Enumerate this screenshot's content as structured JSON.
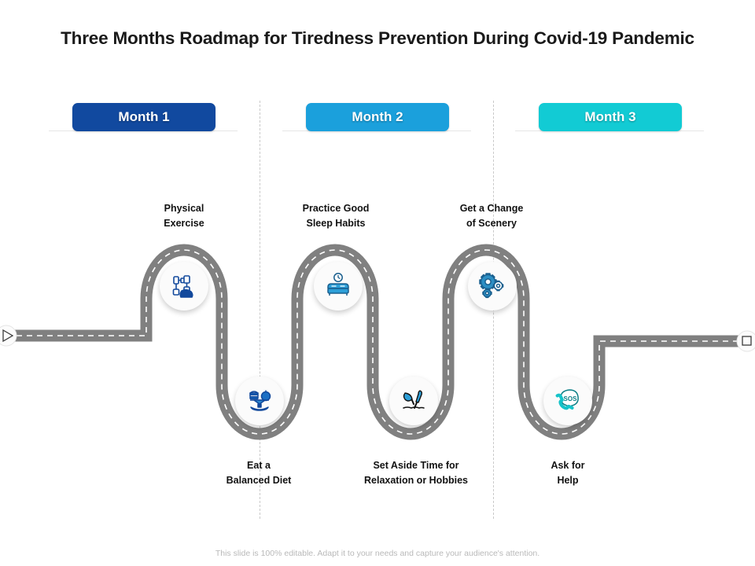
{
  "slide": {
    "title": "Three Months Roadmap for Tiredness Prevention During Covid-19 Pandemic",
    "footer": "This slide is 100% editable. Adapt it to your needs and capture your audience's attention."
  },
  "colors": {
    "month1": "#11499F",
    "month2": "#1BA0DC",
    "month3": "#12CBD4",
    "road": "#808080",
    "road_dash": "#ffffff",
    "divider": "#c9c9c9",
    "title_text": "#1a1a1a",
    "footer_text": "#b9b9b9"
  },
  "banners": [
    {
      "label": "Month 1",
      "color_key": "month1"
    },
    {
      "label": "Month 2",
      "color_key": "month2"
    },
    {
      "label": "Month 3",
      "color_key": "month3"
    }
  ],
  "steps": [
    {
      "label": "Physical\nExercise",
      "icon": "dumbbell-icon",
      "position": "top"
    },
    {
      "label": "Eat a\nBalanced Diet",
      "icon": "balance-scale-icon",
      "position": "bottom"
    },
    {
      "label": "Practice Good\nSleep Habits",
      "icon": "bed-clock-icon",
      "position": "top"
    },
    {
      "label": "Set Aside Time for\nRelaxation or Hobbies",
      "icon": "gardening-tools-icon",
      "position": "bottom"
    },
    {
      "label": "Get a Change\nof Scenery",
      "icon": "gears-icon",
      "position": "top"
    },
    {
      "label": "Ask for\nHelp",
      "icon": "sos-phone-icon",
      "position": "bottom"
    }
  ],
  "markers": {
    "start": "play-triangle-marker",
    "end": "square-stop-marker"
  }
}
